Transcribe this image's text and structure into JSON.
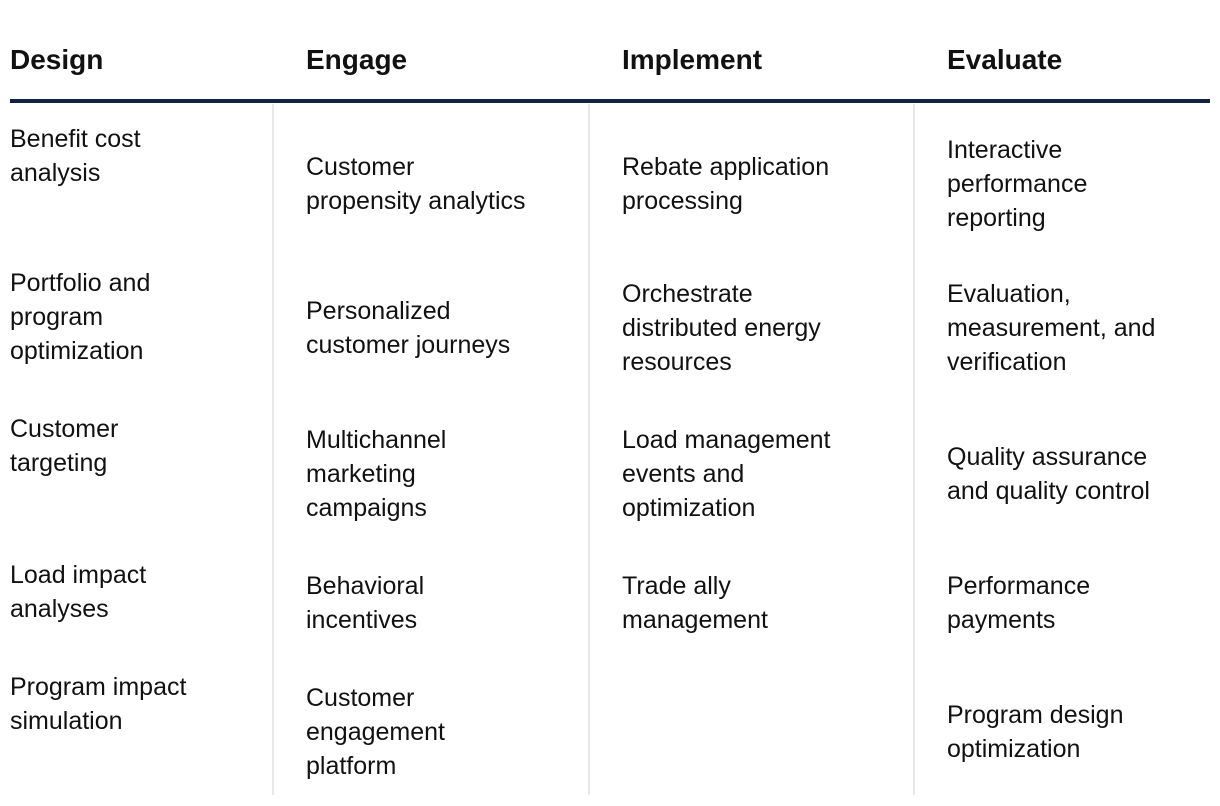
{
  "headers": [
    "Design",
    "Engage",
    "Implement",
    "Evaluate"
  ],
  "columns": {
    "design": [
      "Benefit cost\nanalysis",
      "Portfolio and\nprogram\noptimization",
      "Customer\ntargeting",
      "Load impact\nanalyses",
      "Program impact\nsimulation"
    ],
    "engage": [
      "Customer\npropensity analytics",
      "Personalized\ncustomer journeys",
      "Multichannel\nmarketing\ncampaigns",
      "Behavioral\nincentives",
      "Customer\nengagement\nplatform"
    ],
    "implement": [
      "Rebate application\nprocessing",
      "Orchestrate\ndistributed energy\nresources",
      "Load management\nevents and\noptimization",
      "Trade ally\nmanagement",
      ""
    ],
    "evaluate": [
      "Interactive\nperformance\nreporting",
      "Evaluation,\nmeasurement, and\nverification",
      "Quality assurance\nand quality control",
      "Performance\npayments",
      "Program design\noptimization"
    ]
  }
}
